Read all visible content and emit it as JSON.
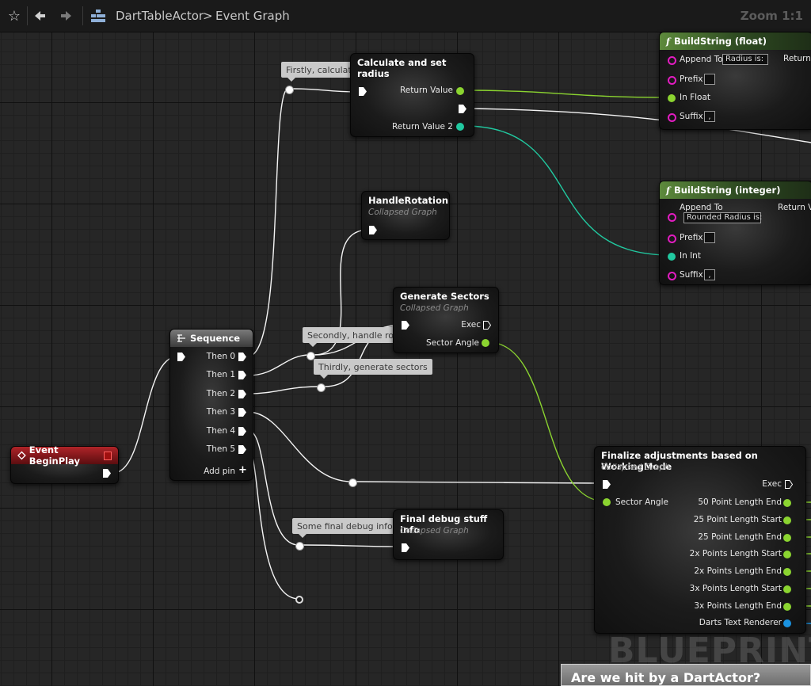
{
  "toolbar": {
    "breadcrumb_blueprint": "DartTableActor",
    "breadcrumb_separator": ">",
    "breadcrumb_graph": "Event Graph",
    "zoom": "Zoom 1:1"
  },
  "nodes": {
    "event_begin_play": {
      "title": "Event BeginPlay"
    },
    "sequence": {
      "title": "Sequence",
      "outputs": [
        "Then 0",
        "Then 1",
        "Then 2",
        "Then 3",
        "Then 4",
        "Then 5"
      ],
      "add_pin": "Add pin"
    },
    "calc_radius": {
      "title": "Calculate and set radius",
      "return_value": "Return Value",
      "return_value_2": "Return Value 2"
    },
    "handle_rotation": {
      "title": "HandleRotation",
      "subtitle": "Collapsed Graph"
    },
    "generate_sectors": {
      "title": "Generate Sectors",
      "subtitle": "Collapsed Graph",
      "exec": "Exec",
      "sector_angle": "Sector Angle"
    },
    "final_debug": {
      "title": "Final debug stuff info",
      "subtitle": "Collapsed Graph"
    },
    "finalize": {
      "title": "Finalize adjustments based on WorkingMode",
      "subtitle": "Collapsed Graph",
      "exec": "Exec",
      "input_sector_angle": "Sector Angle",
      "outputs": [
        "50 Point Length End",
        "25 Point Length Start",
        "25 Point Length End",
        "2x Points Length Start",
        "2x Points Length End",
        "3x Points Length Start",
        "3x Points Length End",
        "Darts Text Renderer"
      ]
    },
    "build_float": {
      "title": "BuildString (float)",
      "append_to": "Append To",
      "append_value": "Radius  is:",
      "return": "Return",
      "prefix": "Prefix",
      "in_float": "In Float",
      "suffix": "Suffix",
      "suffix_value": ","
    },
    "build_int": {
      "title": "BuildString (integer)",
      "append_to": "Append To",
      "append_value": "Rounded Radius is:",
      "return": "Return V",
      "prefix": "Prefix",
      "in_int": "In Int",
      "suffix": "Suffix",
      "suffix_value": ","
    }
  },
  "comments": {
    "first": "Firstly, calculate and set radius",
    "second": "Secondly, handle rotation, if any",
    "third": "Thirdly, generate sectors",
    "debug": "Some final debug info",
    "bottom": "Are we hit by a DartActor?"
  },
  "watermark": "BLUEPRINT",
  "icons": {
    "favorite": "star-icon",
    "back": "arrow-left-icon",
    "forward": "arrow-right-icon",
    "blueprint": "blueprint-grid-icon"
  },
  "colors": {
    "exec_wire": "#ffffff",
    "float_wire": "#8bd430",
    "int_wire": "#21c9a0",
    "string_pin": "#e21cc1",
    "object_pin": "#1a92e0",
    "event_header": "#9a1c20",
    "function_header": "#4e7a32"
  }
}
